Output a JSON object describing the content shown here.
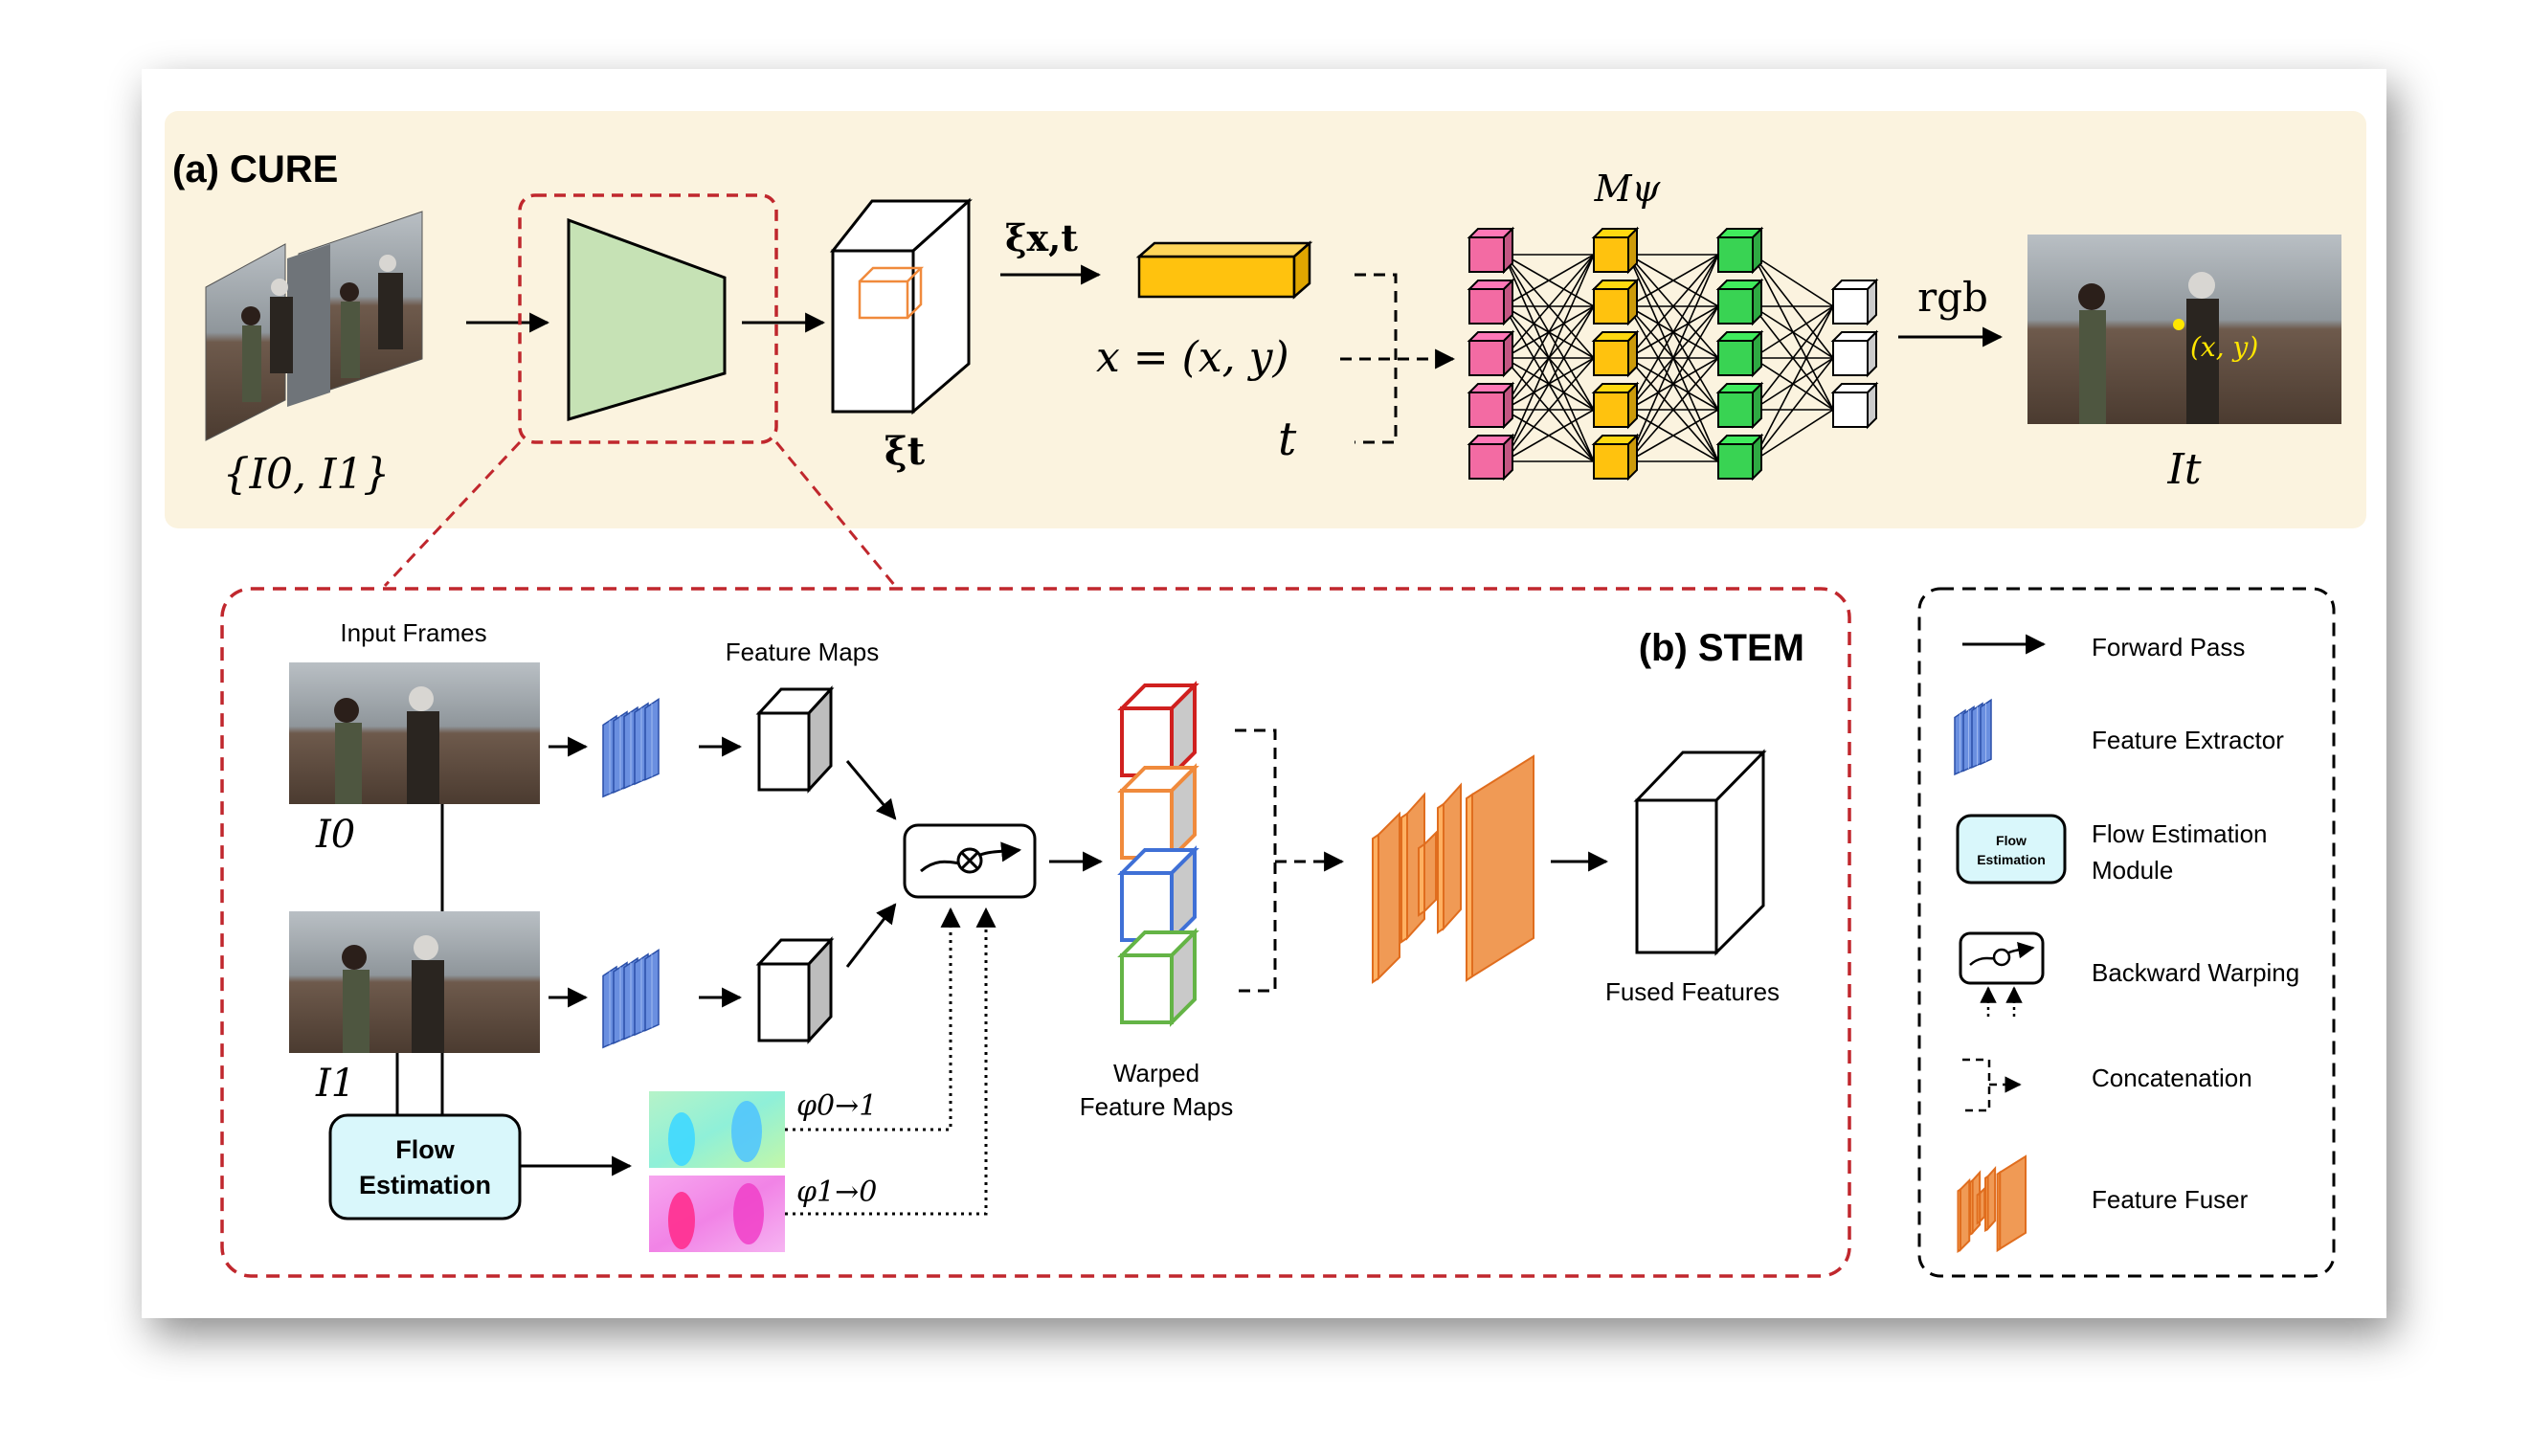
{
  "panel_a": {
    "title": "(a) CURE",
    "input_label": "{I0, I1}",
    "feature_volume_label": "ξt",
    "query_feature_label": "ξx,t",
    "coord_label": "x = (x, y)",
    "time_label": "t",
    "mlp_label": "Mψ",
    "rgb_label": "rgb",
    "point_label": "(x, y)",
    "output_label": "It"
  },
  "panel_b": {
    "title": "(b) STEM",
    "input_frames_label": "Input Frames",
    "feature_maps_label": "Feature Maps",
    "frame0_label": "I0",
    "frame1_label": "I1",
    "flow_box_line1": "Flow",
    "flow_box_line2": "Estimation",
    "flow01_label": "φ0→1",
    "flow10_label": "φ1→0",
    "warped_line1": "Warped",
    "warped_line2": "Feature Maps",
    "fused_label": "Fused Features"
  },
  "legend": {
    "forward_pass": "Forward Pass",
    "feature_extractor": "Feature Extractor",
    "flow_module_line1": "Flow Estimation",
    "flow_module_line2": "Module",
    "flow_icon_line1": "Flow",
    "flow_icon_line2": "Estimation",
    "backward_warping": "Backward Warping",
    "concatenation": "Concatenation",
    "feature_fuser": "Feature Fuser"
  },
  "colors": {
    "panel_a_bg": "#fbf3df",
    "stem_border": "#c0272d",
    "extractor_green": "#c6e2b5",
    "feature_yellow": "#ffc20e",
    "node_pink": "#f36ba3",
    "node_yellow": "#ffc20e",
    "node_green": "#39d353",
    "node_white": "#ffffff",
    "feature_blue": "#6a8fe0",
    "flow_box_bg": "#d9f7fb",
    "fuser_orange": "#f09a55",
    "point_yellow": "#ffe600",
    "warp_red": "#d0201f",
    "warp_orange": "#f08a3c",
    "warp_blue": "#3f70d6",
    "warp_green": "#64b446"
  }
}
